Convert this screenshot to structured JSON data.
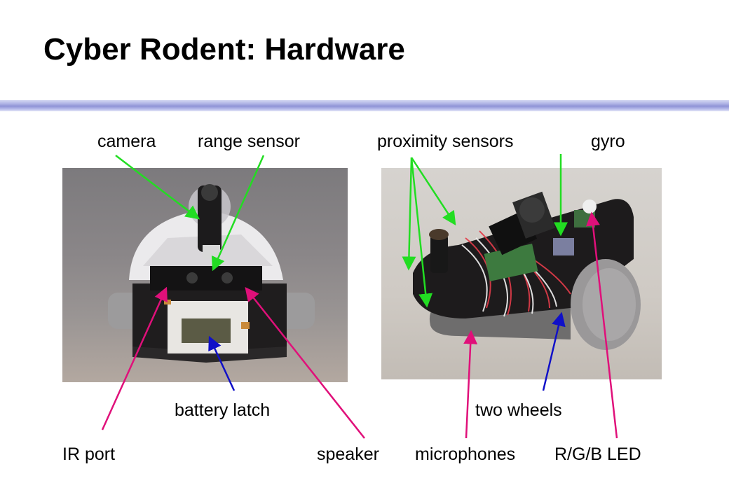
{
  "title": "Cyber Rodent: Hardware",
  "labels": {
    "camera": "camera",
    "range_sensor": "range sensor",
    "proximity_sensors": "proximity sensors",
    "gyro": "gyro",
    "battery_latch": "battery latch",
    "two_wheels": "two wheels",
    "ir_port": "IR port",
    "speaker": "speaker",
    "microphones": "microphones",
    "rgb_led": "R/G/B LED"
  },
  "colors": {
    "green_arrow": "#22dd22",
    "blue_arrow": "#1010c8",
    "magenta_arrow": "#e0107a",
    "rule": "#9a9edc"
  }
}
